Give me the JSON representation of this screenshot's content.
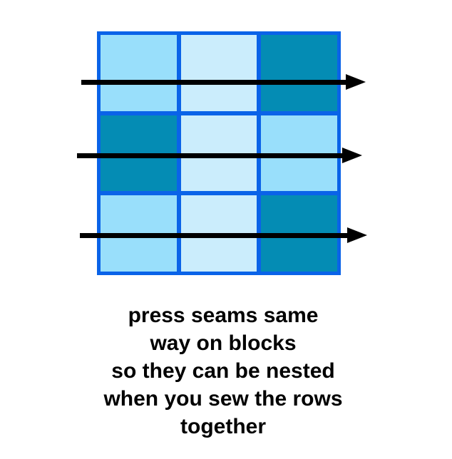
{
  "diagram": {
    "background": "#ffffff",
    "quilt": {
      "frame_color": "#0a63e8",
      "palette": {
        "sky": "#99dffb",
        "pale": "#cbedfc",
        "teal": "#048cb4"
      },
      "rows": [
        {
          "cells": [
            {
              "shade": "sky",
              "color": "#99dffb"
            },
            {
              "shade": "pale",
              "color": "#cbedfc"
            },
            {
              "shade": "teal",
              "color": "#048cb4"
            }
          ]
        },
        {
          "cells": [
            {
              "shade": "teal",
              "color": "#048cb4"
            },
            {
              "shade": "pale",
              "color": "#cbedfc"
            },
            {
              "shade": "sky",
              "color": "#99dffb"
            }
          ]
        },
        {
          "cells": [
            {
              "shade": "sky",
              "color": "#99dffb"
            },
            {
              "shade": "pale",
              "color": "#cbedfc"
            },
            {
              "shade": "teal",
              "color": "#048cb4"
            }
          ]
        }
      ]
    },
    "arrows": {
      "color": "#000000",
      "direction": "right",
      "count": 3
    },
    "caption": {
      "color": "#000000",
      "lines": [
        "press seams same",
        "way on blocks",
        "so they can be nested",
        "when you sew the rows",
        "together"
      ]
    }
  }
}
